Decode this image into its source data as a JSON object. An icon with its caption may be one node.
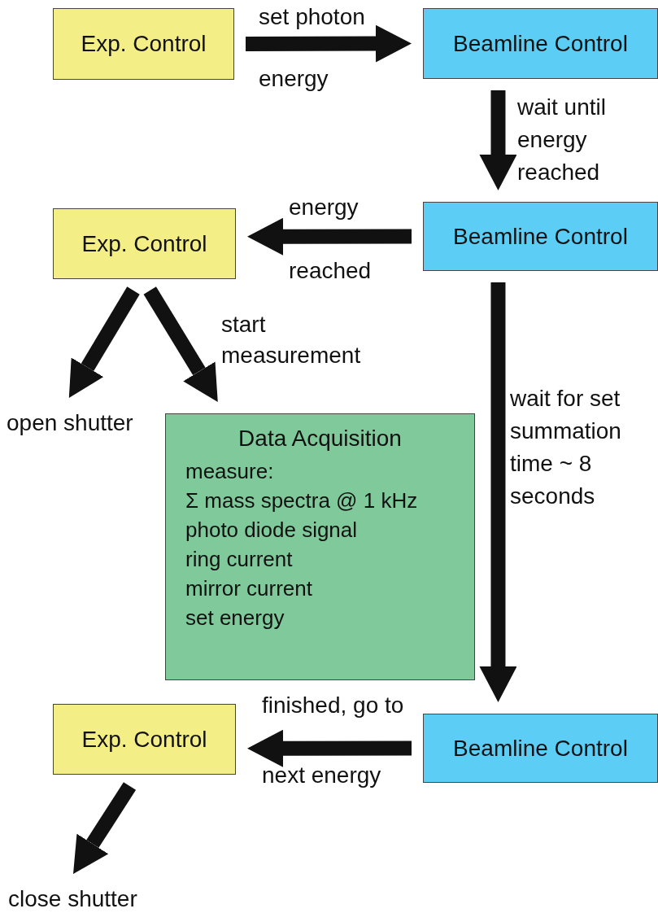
{
  "diagram": {
    "nodes": [
      {
        "text": [
          "Exp. Control"
        ]
      },
      {
        "text": [
          "Beamline Control"
        ]
      },
      {
        "text": [
          "Beamline Control"
        ]
      },
      {
        "text": [
          "Exp. Control"
        ]
      },
      {
        "text": [
          "open shutter"
        ]
      },
      {
        "text": [
          "Data Acquisition",
          "measure:",
          "Σ mass spectra @ 1 kHz",
          "photo diode signal",
          "ring current",
          "mirror current",
          "set energy"
        ]
      },
      {
        "text": [
          "Beamline Control"
        ]
      },
      {
        "text": [
          "Exp. Control"
        ]
      },
      {
        "text": [
          "close shutter"
        ]
      }
    ],
    "edges": [
      {
        "from": 0,
        "to": 1,
        "arrow": "to",
        "label": "set photon energy"
      },
      {
        "from": 1,
        "to": 2,
        "arrow": "to",
        "label": "wait until energy reached"
      },
      {
        "from": 2,
        "to": 3,
        "arrow": "to",
        "label": "energy reached"
      },
      {
        "from": 3,
        "to": 4,
        "arrow": "to"
      },
      {
        "from": 3,
        "to": 5,
        "arrow": "to",
        "label": "start measurement"
      },
      {
        "from": 2,
        "to": 6,
        "arrow": "to",
        "label": "wait for set summation time ~ 8 seconds"
      },
      {
        "from": 6,
        "to": 7,
        "arrow": "to",
        "label": "finished, go to next energy"
      },
      {
        "from": 7,
        "to": 8,
        "arrow": "to"
      }
    ]
  }
}
